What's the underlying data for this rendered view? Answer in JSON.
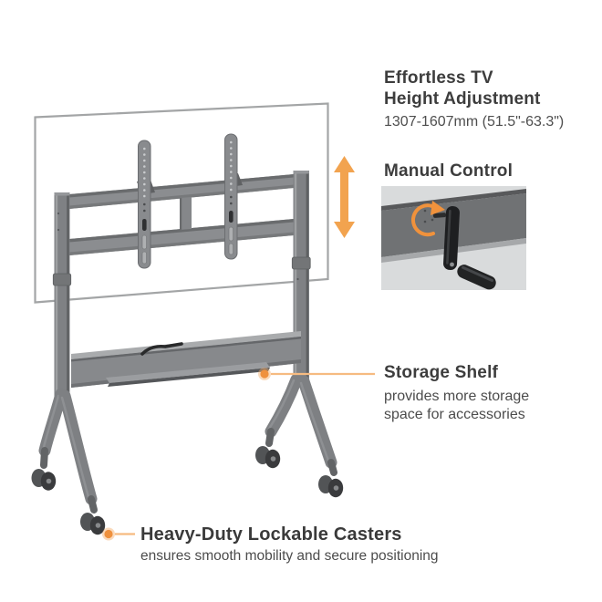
{
  "page": {
    "background": "#ffffff",
    "description_names": {
      "illustration": "mobile-tv-stand",
      "inset": "manual-control-crank-photo"
    }
  },
  "accent": {
    "orange": "#F0953F",
    "leader_line": "#F6BB81",
    "leader_dot": "#EF913E",
    "arrow": "#F2A34F"
  },
  "callouts": {
    "height": {
      "title_line1": "Effortless TV",
      "title_line2": "Height Adjustment",
      "subtitle": "1307-1607mm (51.5\"-63.3\")"
    },
    "manual": {
      "title": "Manual Control"
    },
    "shelf": {
      "title": "Storage Shelf",
      "body_line1": "provides more storage",
      "body_line2": "space for accessories"
    },
    "casters": {
      "title": "Heavy-Duty Lockable Casters",
      "subtitle": "ensures smooth mobility and secure positioning"
    }
  }
}
